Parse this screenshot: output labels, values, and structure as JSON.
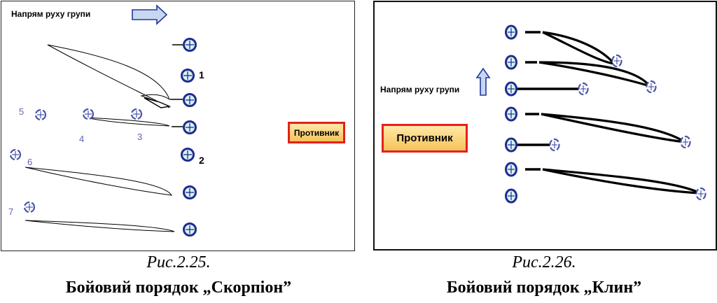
{
  "left_figure": {
    "direction_label": "Напрям руху групи",
    "enemy_label": "Противник",
    "unit_numbers": [
      "1",
      "2",
      "3",
      "4",
      "5",
      "6",
      "7"
    ],
    "caption_number": "Рис.2.25.",
    "caption_title": "Бойовий порядок „Скорпіон”"
  },
  "right_figure": {
    "direction_label": "Напрям руху групи",
    "enemy_label": "Противник",
    "caption_number": "Рис.2.26.",
    "caption_title": "Бойовий порядок „Клин”"
  },
  "colors": {
    "unit_fill": "#d9f1f4",
    "unit_ring": "#1f2c8f",
    "enemy_border": "#e3201d",
    "enemy_fill": "#f6c25a",
    "arrow_fill": "#c9d6f2",
    "number_blue": "#5f66b8"
  },
  "icons": [
    "unit-marker-icon",
    "direction-arrow-icon"
  ]
}
